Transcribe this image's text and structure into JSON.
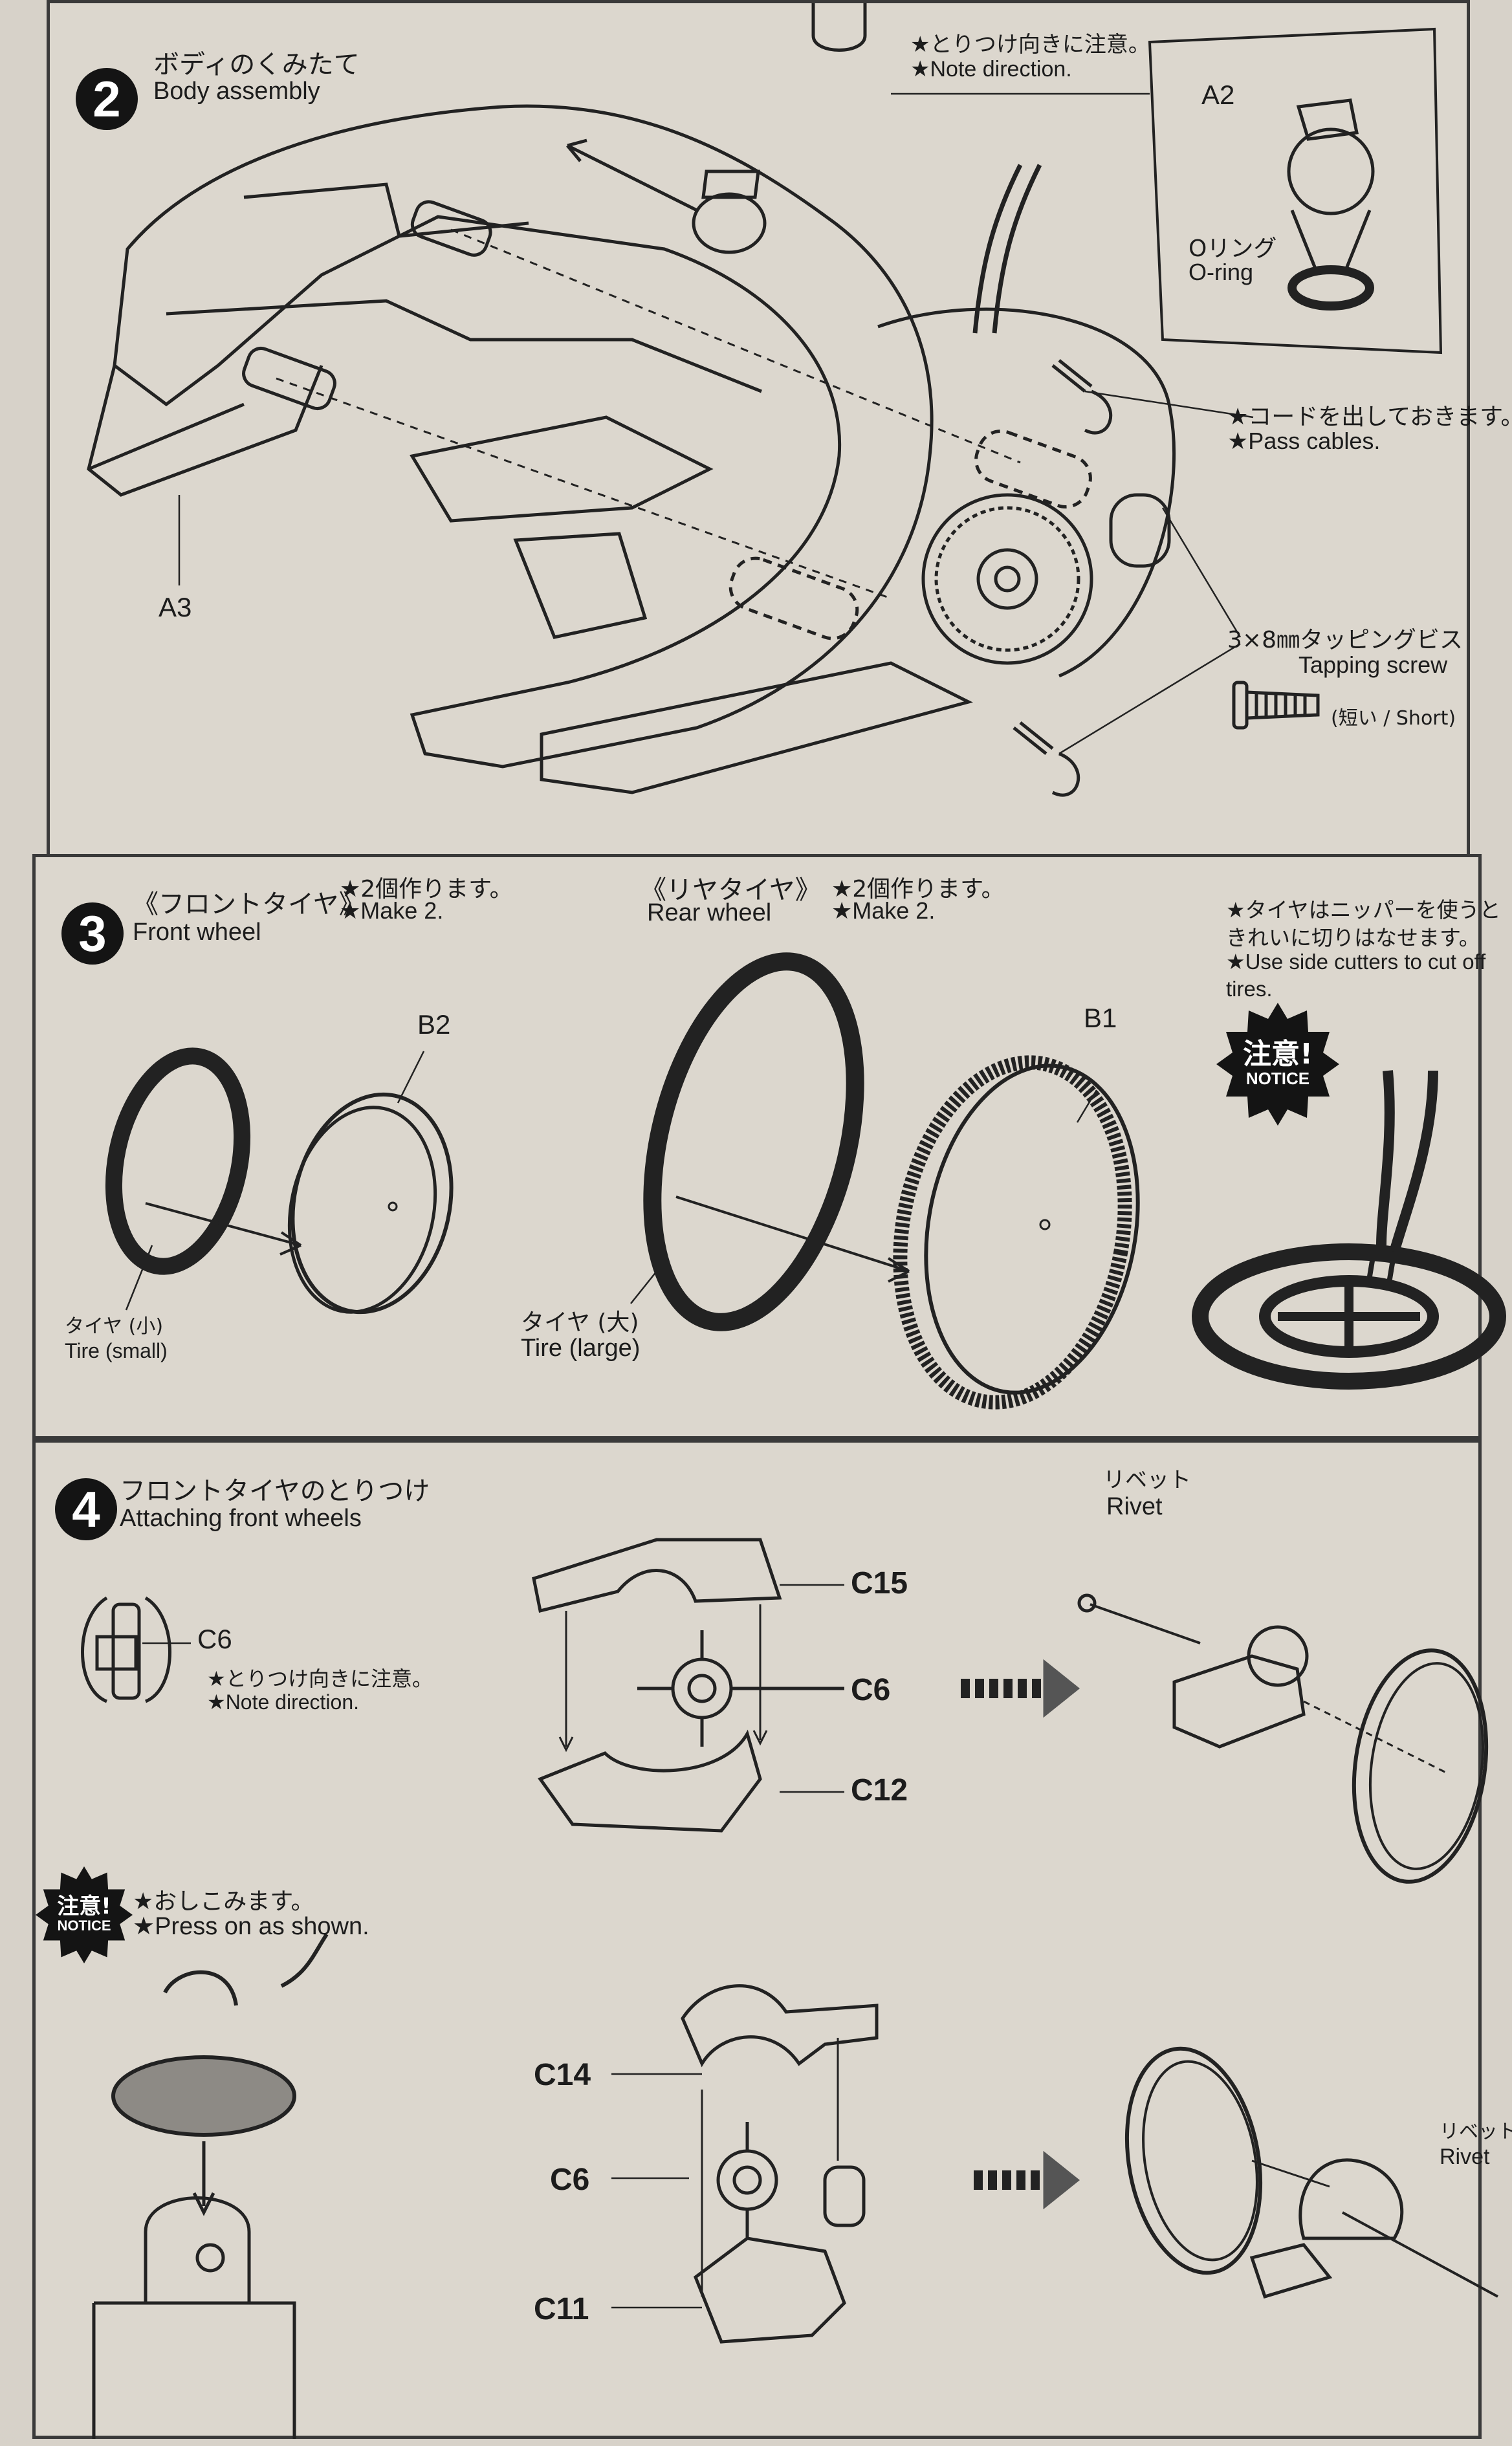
{
  "step2": {
    "number": "2",
    "title_jp": "ボディのくみたて",
    "title_en": "Body assembly",
    "note_direction_jp": "★とりつけ向きに注意。",
    "note_direction_en": "★Note direction.",
    "part_a2": "A2",
    "oring_jp": "Oリング",
    "oring_en": "O-ring",
    "cables_jp": "★コードを出しておきます。",
    "cables_en": "★Pass cables.",
    "part_a3": "A3",
    "screw_jp": "3×8㎜タッピングビス",
    "screw_en": "Tapping screw",
    "screw_len": "(短い / Short)"
  },
  "step3": {
    "number": "3",
    "front_jp": "《フロントタイヤ》",
    "front_en": "Front wheel",
    "front_make_jp": "★2個作ります。",
    "front_make_en": "★Make 2.",
    "rear_jp": "《リヤタイヤ》",
    "rear_en": "Rear wheel",
    "rear_make_jp": "★2個作ります。",
    "rear_make_en": "★Make 2.",
    "part_b2": "B2",
    "part_b1": "B1",
    "tire_small_jp": "タイヤ (小)",
    "tire_small_en": "Tire (small)",
    "tire_large_jp": "タイヤ (大)",
    "tire_large_en": "Tire (large)",
    "cut_jp_1": "★タイヤはニッパーを使うと",
    "cut_jp_2": "きれいに切りはなせます。",
    "cut_en_1": "★Use side cutters to cut off",
    "cut_en_2": "tires.",
    "notice_jp": "注意!",
    "notice_en": "NOTICE"
  },
  "step4": {
    "number": "4",
    "title_jp": "フロントタイヤのとりつけ",
    "title_en": "Attaching front wheels",
    "part_c6": "C6",
    "dir_jp": "★とりつけ向きに注意。",
    "dir_en": "★Note direction.",
    "part_c15": "C15",
    "part_c6b": "C6",
    "part_c12": "C12",
    "rivet_jp": "リベット",
    "rivet_en": "Rivet",
    "notice_jp": "注意!",
    "notice_en": "NOTICE",
    "press_jp": "★おしこみます。",
    "press_en": "★Press on as shown.",
    "part_c14": "C14",
    "part_c6c": "C6",
    "part_c11": "C11",
    "rivet2_jp": "リベット",
    "rivet2_en": "Rivet"
  },
  "colors": {
    "ink": "#1c1c1c",
    "paper": "#dcd7ce",
    "badge": "#141414"
  },
  "icons": [
    "oring-icon",
    "tapping-screw-icon",
    "side-cutter-icon",
    "finger-press-icon",
    "assembly-arrow-icon"
  ]
}
